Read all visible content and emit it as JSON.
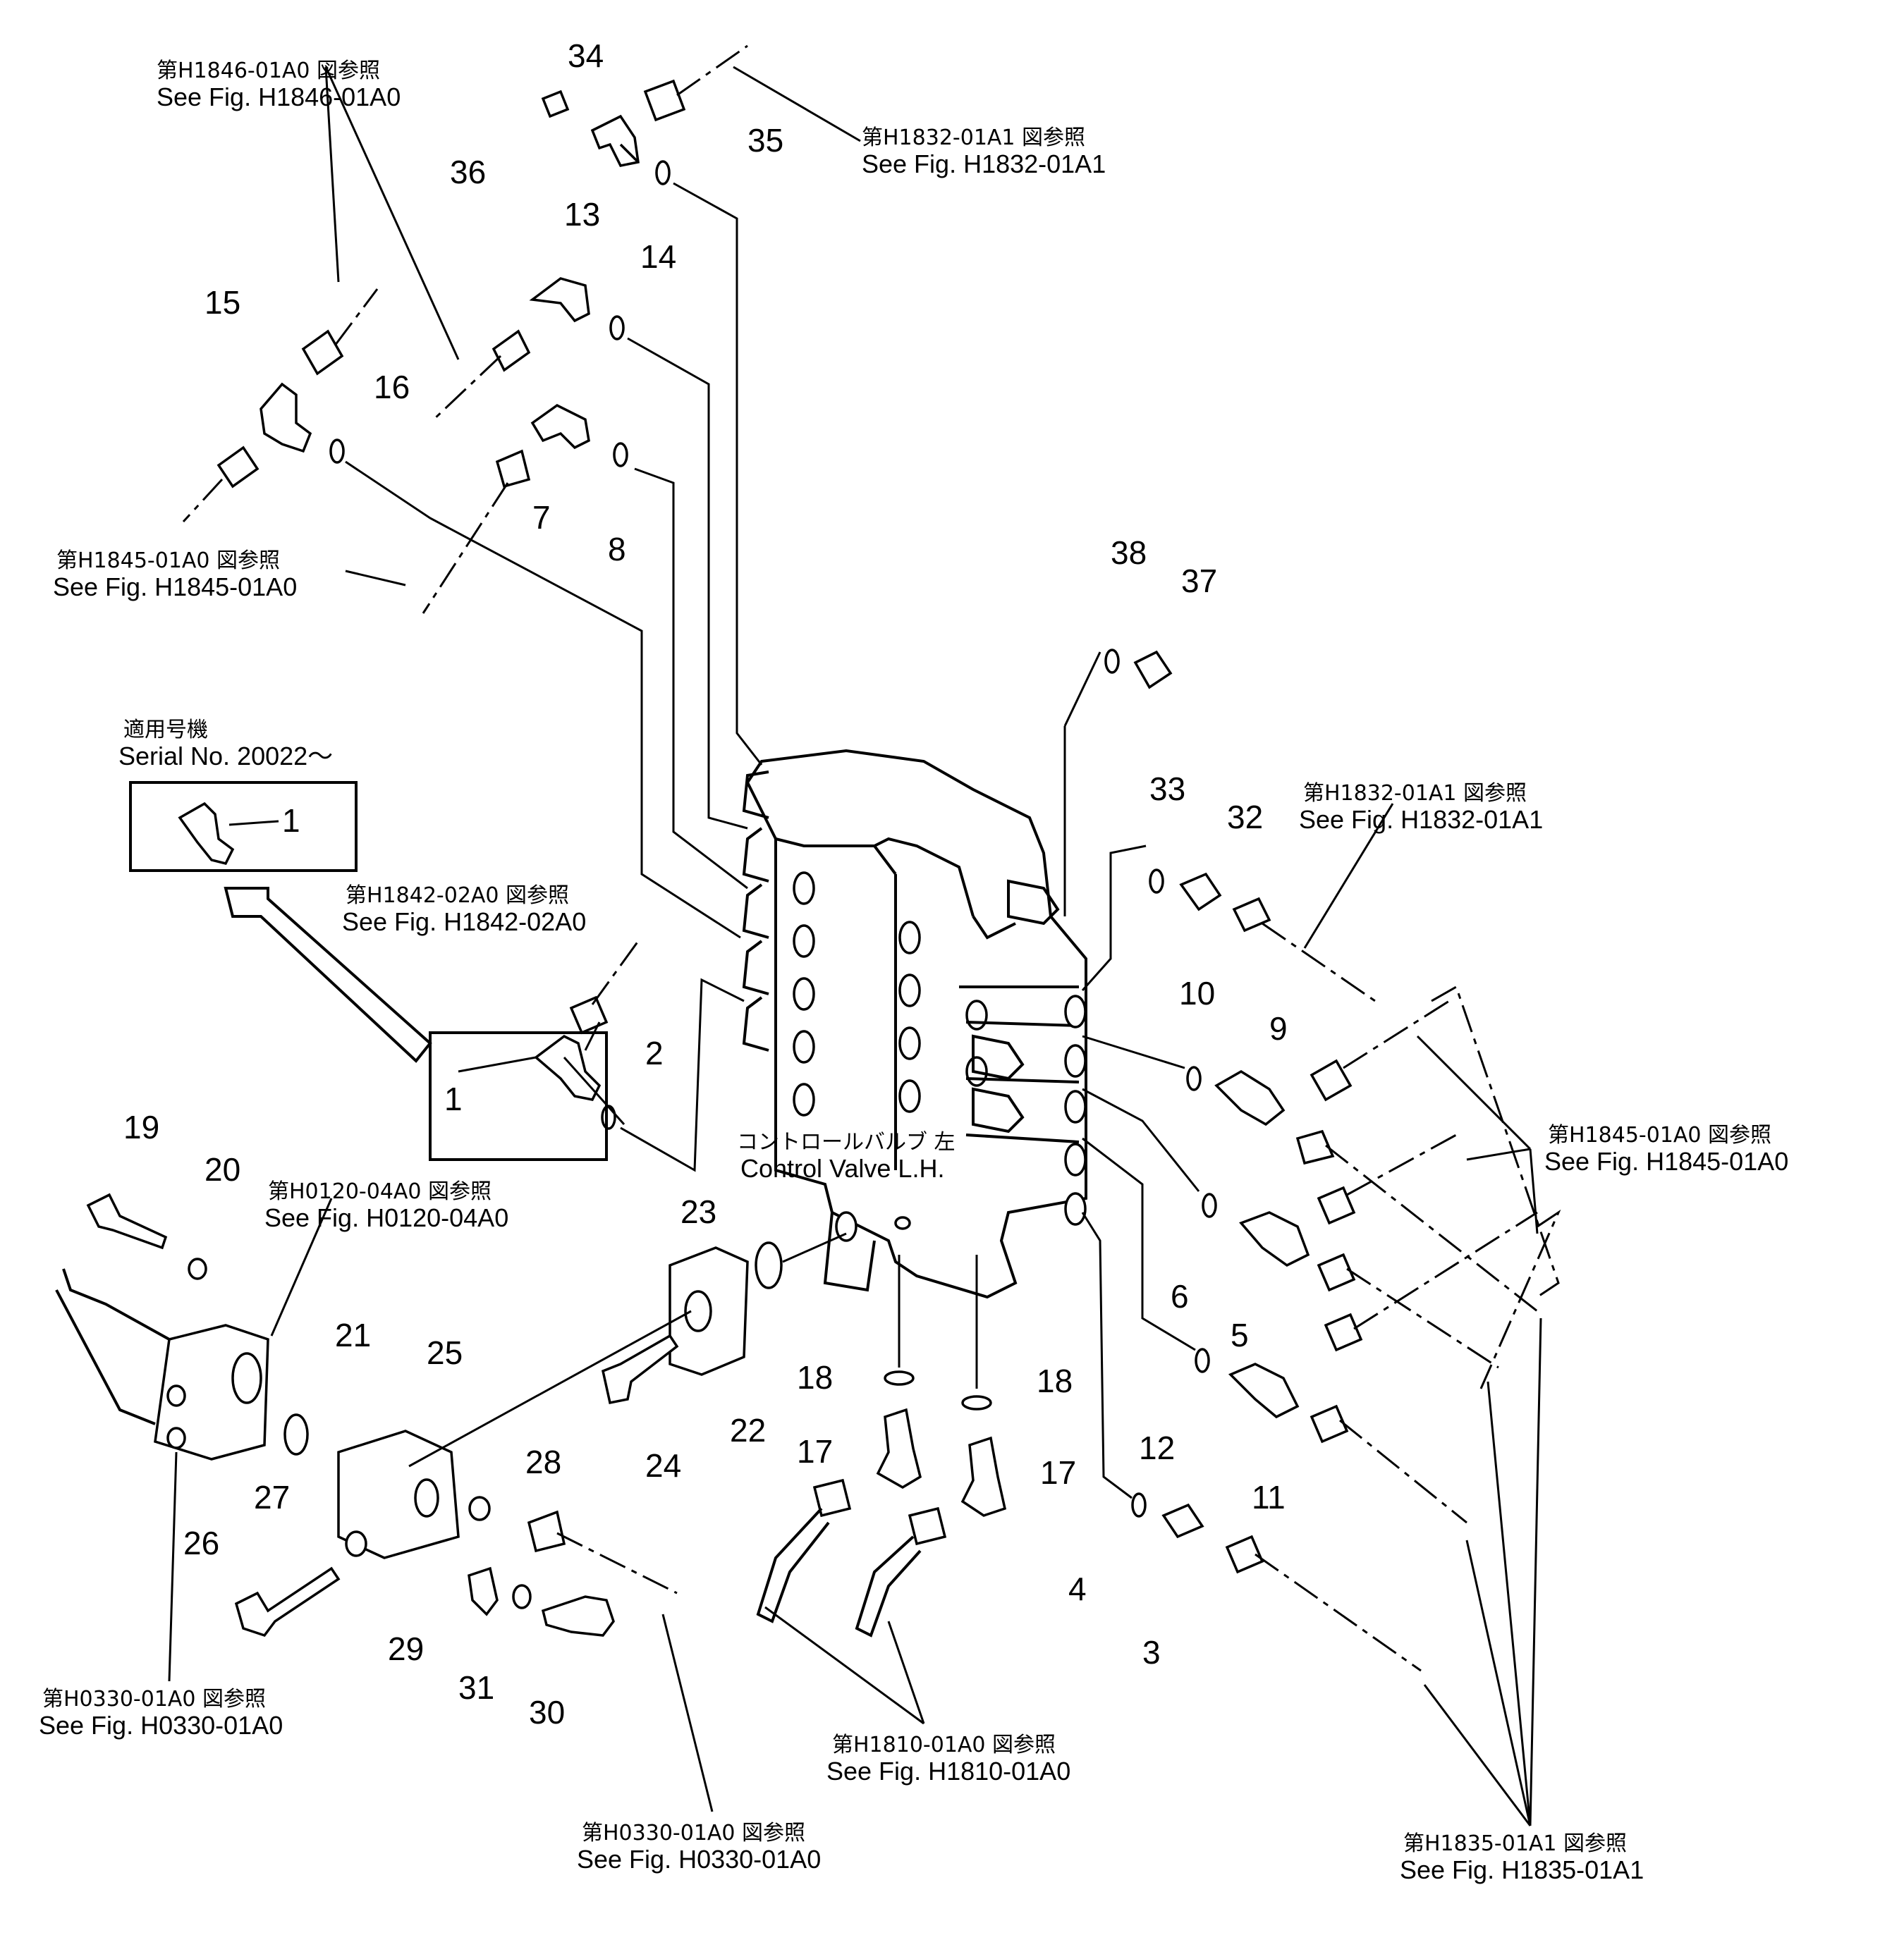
{
  "part_numbers": [
    "1",
    "1",
    "2",
    "3",
    "4",
    "5",
    "6",
    "7",
    "8",
    "9",
    "10",
    "11",
    "12",
    "13",
    "14",
    "15",
    "16",
    "17",
    "17",
    "18",
    "18",
    "19",
    "20",
    "21",
    "22",
    "23",
    "24",
    "25",
    "26",
    "27",
    "28",
    "29",
    "30",
    "31",
    "32",
    "33",
    "34",
    "35",
    "36",
    "37",
    "38"
  ],
  "callouts": {
    "c_h1846": {
      "jp": "第H1846-01A0 図参照",
      "en": "See Fig. H1846-01A0"
    },
    "c_h1832_top": {
      "jp": "第H1832-01A1 図参照",
      "en": "See Fig. H1832-01A1"
    },
    "c_h1845_left": {
      "jp": "第H1845-01A0 図参照",
      "en": "See Fig. H1845-01A0"
    },
    "c_h1832_right": {
      "jp": "第H1832-01A1 図参照",
      "en": "See Fig. H1832-01A1"
    },
    "c_h1842": {
      "jp": "第H1842-02A0 図参照",
      "en": "See Fig. H1842-02A0"
    },
    "c_h1845_right": {
      "jp": "第H1845-01A0 図参照",
      "en": "See Fig. H1845-01A0"
    },
    "c_h0120": {
      "jp": "第H0120-04A0 図参照",
      "en": "See Fig. H0120-04A0"
    },
    "c_h0330_left": {
      "jp": "第H0330-01A0 図参照",
      "en": "See Fig. H0330-01A0"
    },
    "c_h1810": {
      "jp": "第H1810-01A0 図参照",
      "en": "See Fig. H1810-01A0"
    },
    "c_h0330_bottom": {
      "jp": "第H0330-01A0 図参照",
      "en": "See Fig. H0330-01A0"
    },
    "c_h1835": {
      "jp": "第H1835-01A1 図参照",
      "en": "See Fig. H1835-01A1"
    }
  },
  "serial": {
    "jp": "適用号機",
    "en": "Serial No. 20022～"
  },
  "control_valve": {
    "jp": "コントロールバルブ 左",
    "en": "Control Valve L.H."
  }
}
